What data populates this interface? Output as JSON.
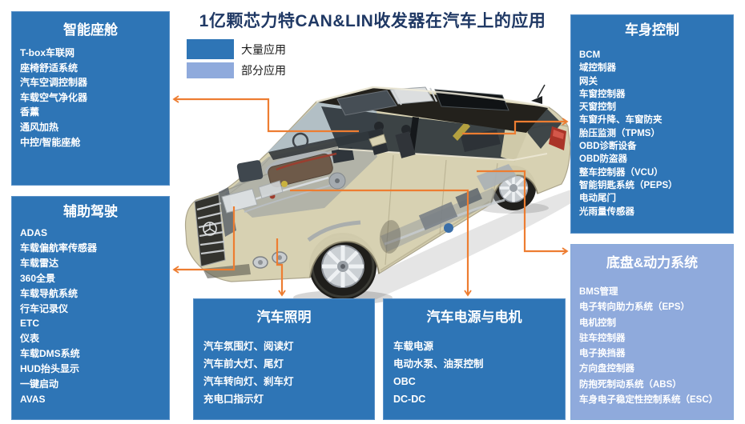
{
  "title": {
    "text": "1亿颗芯力特CAN&LIN收发器在汽车上的应用",
    "color": "#1F3864"
  },
  "legend": {
    "items": [
      {
        "label": "大量应用",
        "color": "#2E75B6"
      },
      {
        "label": "部分应用",
        "color": "#8FAADC"
      }
    ]
  },
  "colors": {
    "panel_dark": "#2E75B6",
    "panel_light": "#8FAADC",
    "connector": "#ED7D31",
    "title": "#1F3864"
  },
  "panels": {
    "smart_cockpit": {
      "title": "智能座舱",
      "items": [
        "T-box车联网",
        "座椅舒适系统",
        "汽车空调控制器",
        "车载空气净化器",
        "香薰",
        "通风加热",
        "中控/智能座舱"
      ]
    },
    "assisted_driving": {
      "title": "辅助驾驶",
      "items": [
        "ADAS",
        "车载偏航率传感器",
        "车载雷达",
        "360全景",
        "车载导航系统",
        "行车记录仪",
        "ETC",
        "仪表",
        "车载DMS系统",
        "HUD抬头显示",
        "一键启动",
        "AVAS"
      ]
    },
    "lighting": {
      "title": "汽车照明",
      "items": [
        "汽车氛围灯、阅读灯",
        "汽车前大灯、尾灯",
        "汽车转向灯、刹车灯",
        "充电口指示灯"
      ]
    },
    "power_motor": {
      "title": "汽车电源与电机",
      "items": [
        "车载电源",
        "电动水泵、油泵控制",
        "OBC",
        "DC-DC"
      ]
    },
    "body_control": {
      "title": "车身控制",
      "items": [
        "BCM",
        "域控制器",
        "网关",
        "车窗控制器",
        "天窗控制",
        "车窗升降、车窗防夹",
        "胎压监测（TPMS）",
        "OBD诊断设备",
        "OBD防盗器",
        "整车控制器（VCU）",
        "智能钥匙系统（PEPS）",
        "电动尾门",
        "光雨量传感器"
      ]
    },
    "chassis_power": {
      "title": "底盘&动力系统",
      "items": [
        "BMS管理",
        "电子转向助力系统（EPS）",
        "电机控制",
        "驻车控制器",
        "电子换挡器",
        "方向盘控制器",
        "防抱死制动系统（ABS）",
        "车身电子稳定性控制系统（ESC）"
      ]
    }
  },
  "illustration": {
    "name": "cutaway-sedan-photo",
    "connector_color": "#ED7D31"
  }
}
